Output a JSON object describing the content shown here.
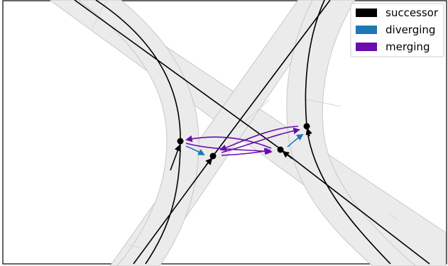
{
  "legend": {
    "items": [
      {
        "label": "successor",
        "color": "#000000"
      },
      {
        "label": "diverging",
        "color": "#1f77b4"
      },
      {
        "label": "merging",
        "color": "#6a0dad"
      }
    ]
  },
  "lane_fill": "#e6e6e6",
  "lane_edge": "#c8c8c8",
  "node_color": "#000000"
}
